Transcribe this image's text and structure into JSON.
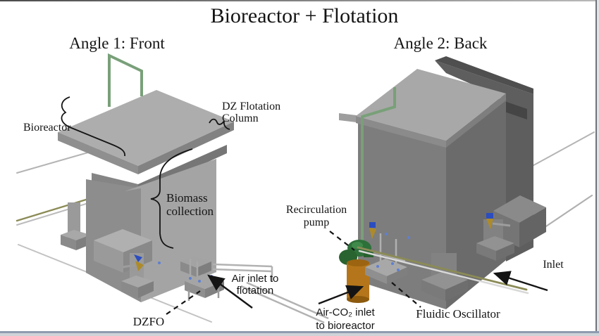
{
  "title": "Bioreactor + Flotation",
  "views": {
    "front": {
      "heading": "Angle 1: Front",
      "labels": {
        "bioreactor": "Bioreactor",
        "dz_column": [
          "DZ Flotation",
          "Column"
        ],
        "biomass": [
          "Biomass",
          "collection"
        ],
        "air_inlet": [
          "Air inlet to",
          "flotation"
        ],
        "dzfo": "DZFO"
      }
    },
    "back": {
      "heading": "Angle 2: Back",
      "labels": {
        "recirculation": [
          "Recirculation",
          "pump"
        ],
        "air_co2": [
          "Air-CO₂ inlet",
          "to bioreactor"
        ],
        "fluidic": "Fluidic Oscillator",
        "inlet": "Inlet"
      }
    }
  },
  "colors": {
    "pipe_green": "#79a079",
    "pump_green": "#2e703a",
    "air_cylinder_orange": "#b5761b",
    "inlet_pipe_olive": "#8b8b57",
    "tank_gray_light": "#a6a6a6",
    "tank_gray_front": "#9a9a9a",
    "tank_gray_dark": "#7d7d7d",
    "panel_dark": "#5e5e5e",
    "valve_blue": "#2b4dc0",
    "valve_brass": "#ad8b2a",
    "annotation_black": "#141414",
    "border_bottom_blue_gray": "#8f9bb0"
  }
}
